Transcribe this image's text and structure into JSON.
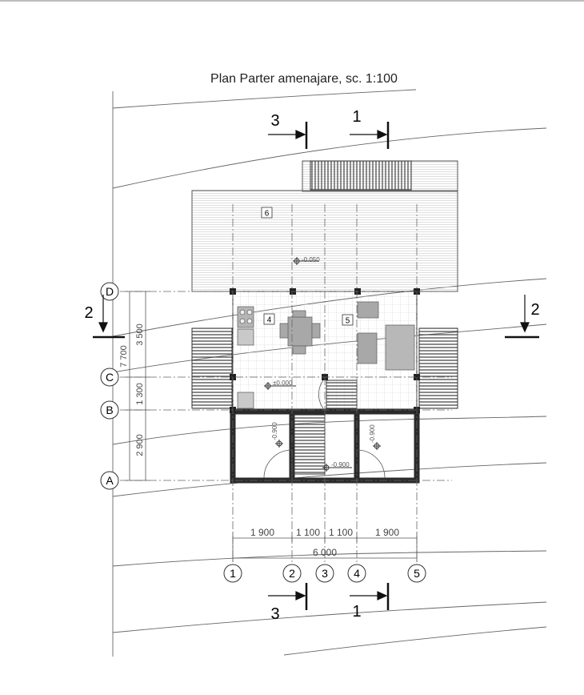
{
  "title": "Plan Parter amenajare, sc. 1:100",
  "section_marks": {
    "s1": "1",
    "s2": "2",
    "s3": "3"
  },
  "grid_axes": {
    "rows": [
      "D",
      "C",
      "B",
      "A"
    ],
    "columns": [
      "1",
      "2",
      "3",
      "4",
      "5"
    ]
  },
  "vertical_dimensions": {
    "total": "7 700",
    "d_c": "3 500",
    "c_b": "1 300",
    "b_a": "2 900"
  },
  "horizontal_dimensions": {
    "spans": [
      "1 900",
      "1 100",
      "1 100",
      "1 900"
    ],
    "total": "6 000"
  },
  "room_tags": {
    "terrace": "6",
    "kitchen": "4",
    "living": "5"
  },
  "levels": {
    "terrace": "-0.050",
    "floor": "±0.000",
    "left_room": "-0.900",
    "right_room": "-0.900",
    "stair_landing": "-0.900"
  },
  "colors": {
    "wall": "#2b2b2b",
    "line": "#444444",
    "axis": "#555555",
    "furniture": "#9a9a9a"
  }
}
